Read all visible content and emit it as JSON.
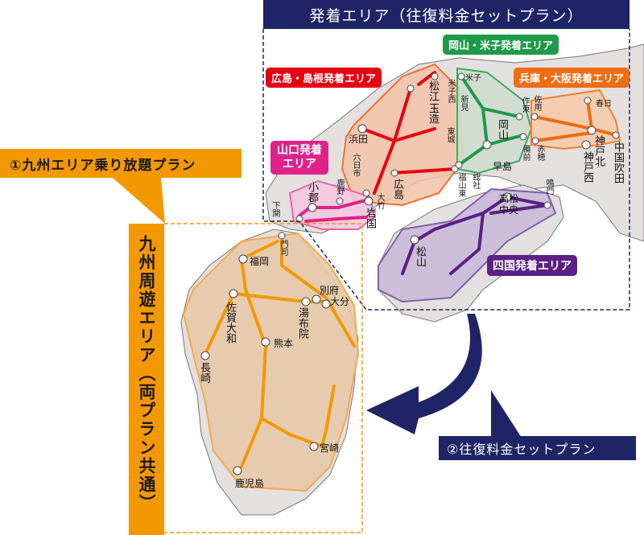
{
  "header": {
    "title": "発着エリア（往復料金セットプラン）"
  },
  "plans": {
    "plan1_label": "①九州エリア乗り放題プラン",
    "plan2_label": "②往復料金セットプラン",
    "kyushu_area_label": "九州周遊エリア（両プラン共通）"
  },
  "areas": [
    {
      "id": "hiroshima-shimane",
      "label": "広島・島根発着エリア",
      "color": "#e60012"
    },
    {
      "id": "okayama-yonago",
      "label": "岡山・米子発着エリア",
      "color": "#1e9a4a"
    },
    {
      "id": "hyogo-osaka",
      "label": "兵庫・大阪発着エリア",
      "color": "#ee6c12"
    },
    {
      "id": "yamaguchi",
      "label": "山口発着エリア",
      "label_line1": "山口発着",
      "label_line2": "エリア",
      "color": "#e0218a"
    },
    {
      "id": "shikoku",
      "label": "四国発着エリア",
      "color": "#5b1f86"
    },
    {
      "id": "kyushu",
      "label": "九州周遊エリア",
      "color": "#f39800"
    }
  ],
  "stations": {
    "hiroshima_shimane": [
      "松江",
      "玉造",
      "米子西",
      "浜田",
      "東城",
      "六日市",
      "広島",
      "大竹",
      "福山東"
    ],
    "okayama_yonago": [
      "米子",
      "新見",
      "作東",
      "岡山",
      "早島",
      "総社",
      "備前"
    ],
    "hyogo_osaka": [
      "佐用",
      "春日",
      "赤穂",
      "神戸北",
      "神戸西",
      "中国吹田"
    ],
    "yamaguchi": [
      "小郡",
      "鹿野",
      "下関",
      "岩国"
    ],
    "shikoku": [
      "高松中央",
      "鳴門",
      "松山"
    ],
    "kyushu": [
      "門司",
      "福岡",
      "佐賀大和",
      "長崎",
      "湯布院",
      "別府",
      "大分",
      "熊本",
      "宮崎",
      "鹿児島"
    ]
  }
}
